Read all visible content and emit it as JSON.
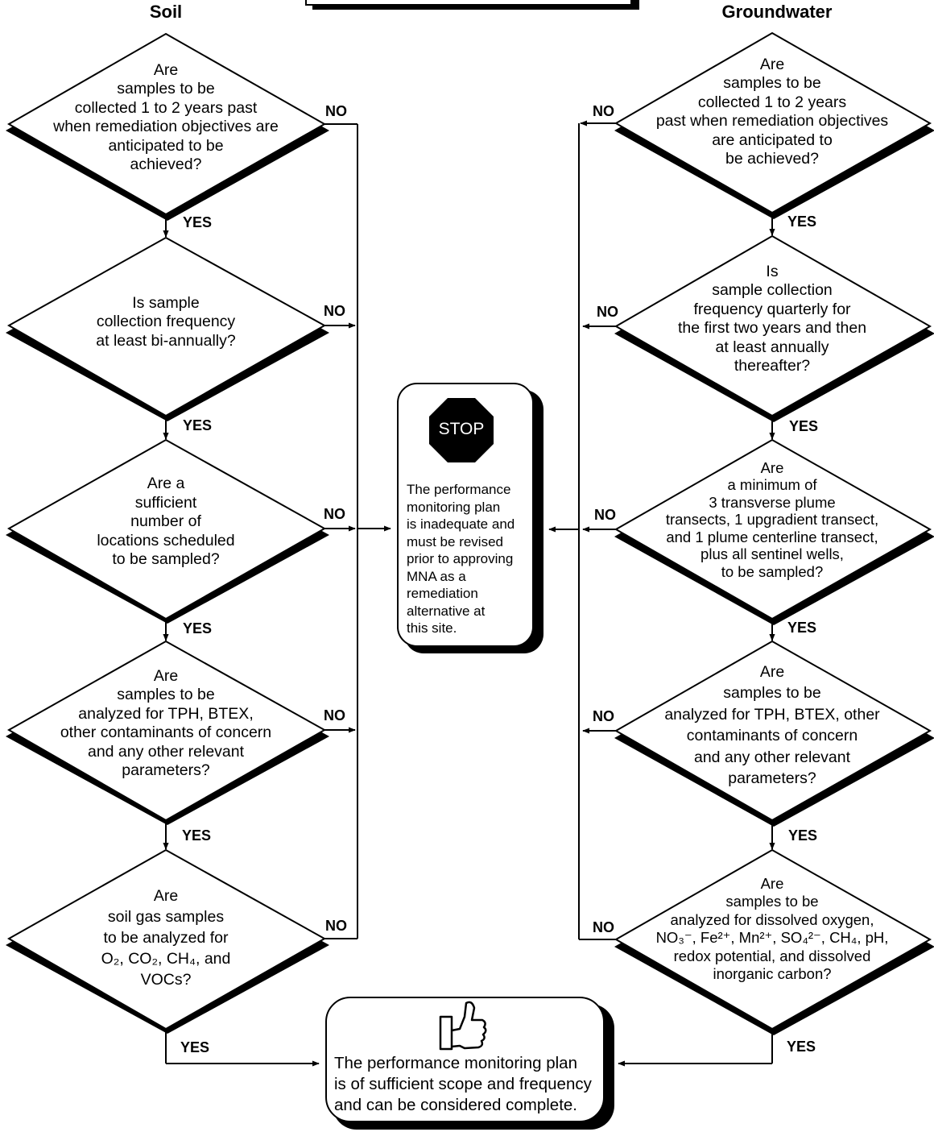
{
  "headers": {
    "soil": "Soil",
    "groundwater": "Groundwater"
  },
  "labels": {
    "yes": "YES",
    "no": "NO"
  },
  "soil": [
    {
      "lines": [
        "Are",
        "samples to be",
        "collected 1 to 2 years past",
        "when remediation objectives are",
        "anticipated to be",
        "achieved?"
      ]
    },
    {
      "lines": [
        "Is sample",
        "collection frequency",
        "at least bi-annually?"
      ]
    },
    {
      "lines": [
        "Are a",
        "sufficient",
        "number of",
        "locations scheduled",
        "to be sampled?"
      ]
    },
    {
      "lines": [
        "Are",
        "samples to be",
        "analyzed for TPH, BTEX,",
        "other contaminants of concern",
        "and any other relevant",
        "parameters?"
      ]
    },
    {
      "lines": [
        "Are",
        "soil gas samples",
        "to be analyzed for",
        "O₂, CO₂, CH₄, and",
        "VOCs?"
      ]
    }
  ],
  "groundwater": [
    {
      "lines": [
        "Are",
        "samples to be",
        "collected 1 to 2 years",
        "past when remediation objectives",
        "are anticipated to",
        "be achieved?"
      ]
    },
    {
      "lines": [
        "Is",
        "sample collection",
        "frequency quarterly for",
        "the first two years and then",
        "at least annually",
        "thereafter?"
      ]
    },
    {
      "lines": [
        "Are",
        "a minimum of",
        "3 transverse plume",
        "transects, 1 upgradient transect,",
        "and 1 plume centerline transect,",
        "plus all sentinel wells,",
        "to be sampled?"
      ]
    },
    {
      "lines": [
        "Are",
        "samples to be",
        "analyzed for TPH, BTEX, other",
        "contaminants of concern",
        "and any other relevant",
        "parameters?"
      ]
    },
    {
      "lines": [
        "Are",
        "samples to be",
        "analyzed for dissolved oxygen,",
        "NO₃⁻, Fe²⁺, Mn²⁺, SO₄²⁻, CH₄, pH,",
        "redox potential, and dissolved",
        "inorganic carbon?"
      ]
    }
  ],
  "stop_box": {
    "sign": "STOP",
    "lines": [
      "The performance",
      "monitoring plan",
      "is inadequate and",
      "must be revised",
      "prior to approving",
      "MNA as a",
      "remediation",
      "alternative at",
      "this site."
    ]
  },
  "end_box": {
    "icon": "thumbs-up-icon",
    "lines": [
      "The performance monitoring plan",
      "is of sufficient scope and frequency",
      "and can be considered complete."
    ]
  }
}
